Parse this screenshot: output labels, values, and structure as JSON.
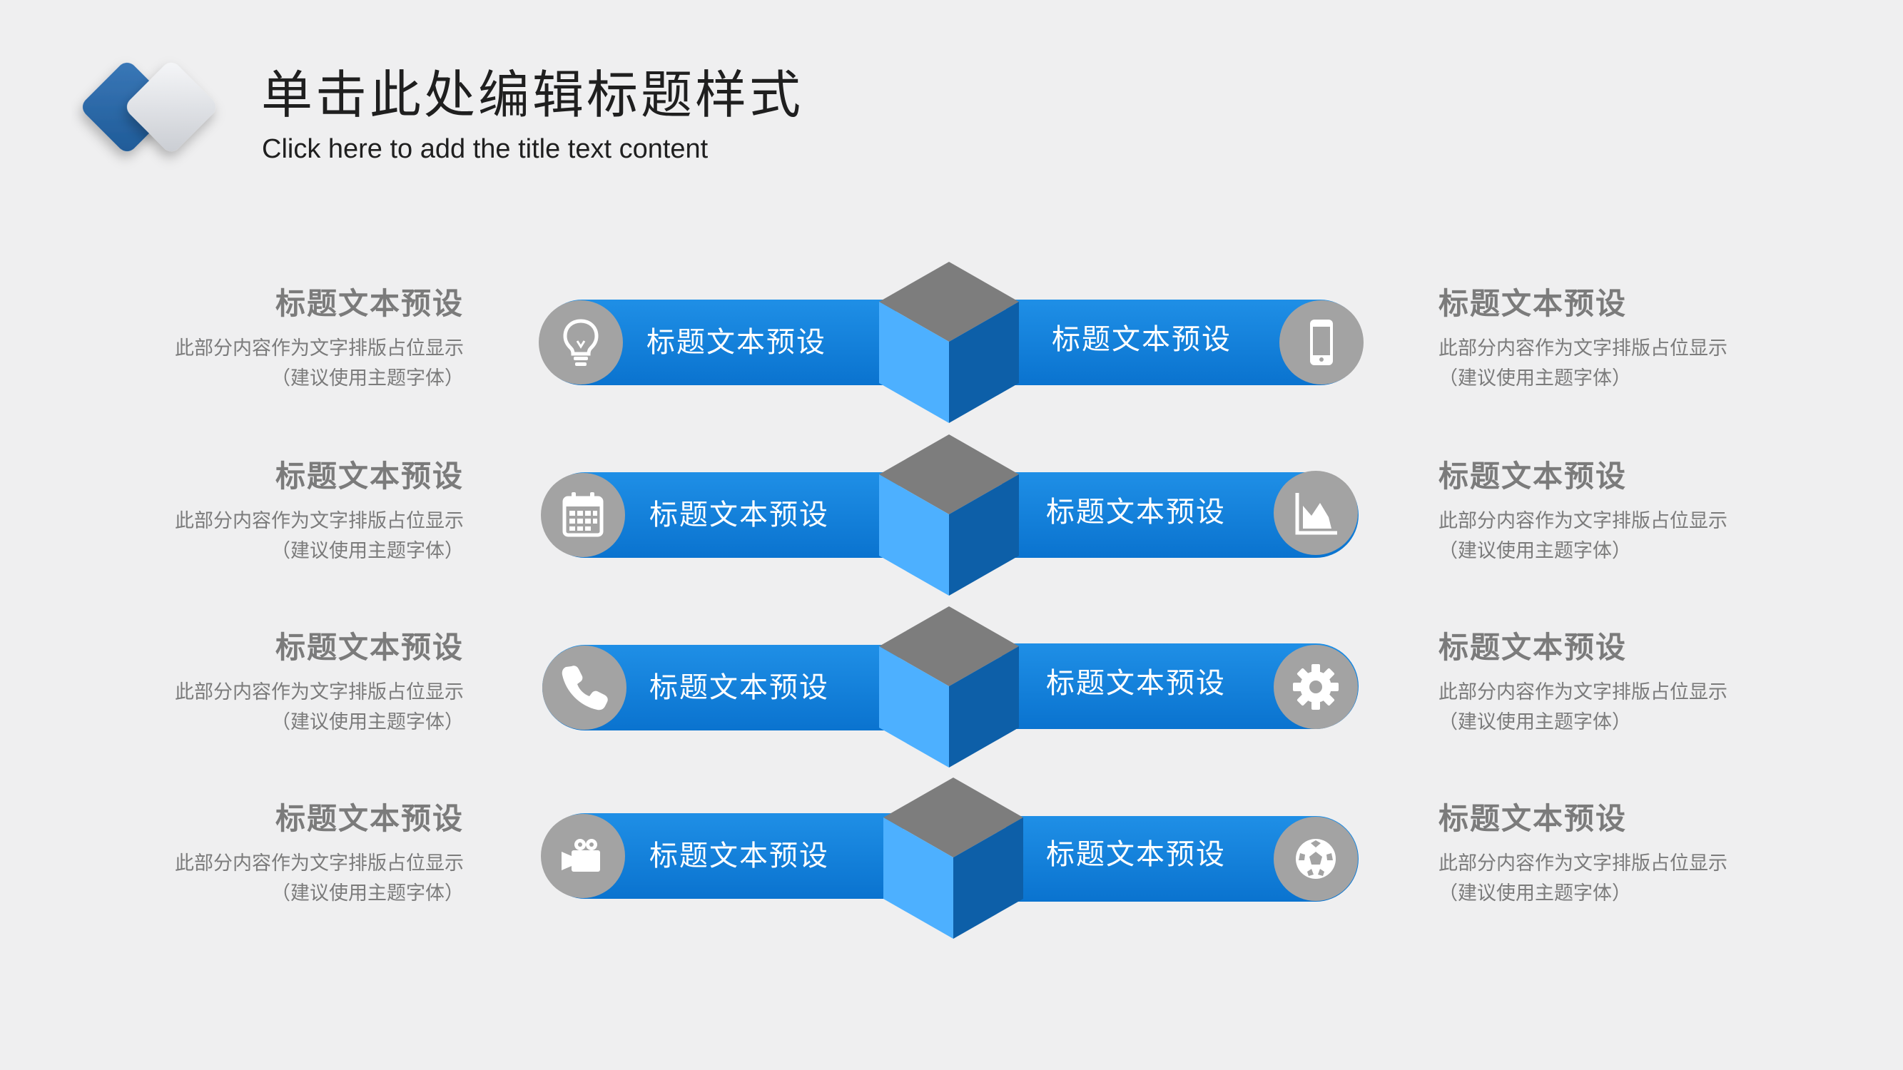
{
  "header": {
    "title": "单击此处编辑标题样式",
    "subtitle": "Click here to add the title text content"
  },
  "colors": {
    "background": "#efeff0",
    "bar_blue": "#0a7fdc",
    "cube_top": "#7d7d7d",
    "cube_left": "#4db0ff",
    "cube_right": "#0d5fa8",
    "icon_circle": "#a3a3a3",
    "text_gray": "#7b7b7b"
  },
  "rows": [
    {
      "left_bar_label": "标题文本预设",
      "right_bar_label": "标题文本预设",
      "left_icon": "lightbulb-icon",
      "right_icon": "smartphone-icon",
      "left_text": {
        "title": "标题文本预设",
        "line1": "此部分内容作为文字排版占位显示",
        "line2": "（建议使用主题字体）"
      },
      "right_text": {
        "title": "标题文本预设",
        "line1": "此部分内容作为文字排版占位显示",
        "line2": "（建议使用主题字体）"
      }
    },
    {
      "left_bar_label": "标题文本预设",
      "right_bar_label": "标题文本预设",
      "left_icon": "calendar-icon",
      "right_icon": "area-chart-icon",
      "left_text": {
        "title": "标题文本预设",
        "line1": "此部分内容作为文字排版占位显示",
        "line2": "（建议使用主题字体）"
      },
      "right_text": {
        "title": "标题文本预设",
        "line1": "此部分内容作为文字排版占位显示",
        "line2": "（建议使用主题字体）"
      }
    },
    {
      "left_bar_label": "标题文本预设",
      "right_bar_label": "标题文本预设",
      "left_icon": "phone-icon",
      "right_icon": "gear-icon",
      "left_text": {
        "title": "标题文本预设",
        "line1": "此部分内容作为文字排版占位显示",
        "line2": "（建议使用主题字体）"
      },
      "right_text": {
        "title": "标题文本预设",
        "line1": "此部分内容作为文字排版占位显示",
        "line2": "（建议使用主题字体）"
      }
    },
    {
      "left_bar_label": "标题文本预设",
      "right_bar_label": "标题文本预设",
      "left_icon": "video-camera-icon",
      "right_icon": "soccer-ball-icon",
      "left_text": {
        "title": "标题文本预设",
        "line1": "此部分内容作为文字排版占位显示",
        "line2": "（建议使用主题字体）"
      },
      "right_text": {
        "title": "标题文本预设",
        "line1": "此部分内容作为文字排版占位显示",
        "line2": "（建议使用主题字体）"
      }
    }
  ]
}
